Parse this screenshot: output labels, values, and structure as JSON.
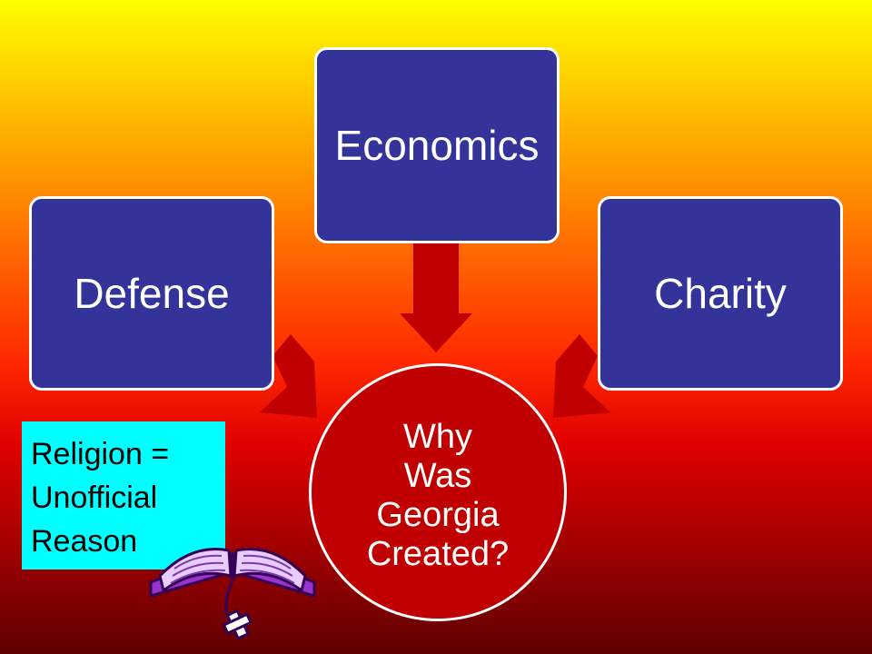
{
  "diagram": {
    "left_box": "Defense",
    "top_box": "Economics",
    "right_box": "Charity",
    "center": {
      "line1": "Why",
      "line2": "Was",
      "line3": "Georgia",
      "line4": "Created?"
    },
    "note": {
      "line1": "Religion =",
      "line2": "Unofficial",
      "line3": "Reason"
    },
    "clipart_icon": "bible-icon"
  },
  "colors": {
    "box_fill": "#333399",
    "circle_fill": "#c00000",
    "arrow_fill": "#c00000",
    "note_fill": "#00ffff",
    "background_top": "#ffff00",
    "background_bottom": "#600000"
  }
}
